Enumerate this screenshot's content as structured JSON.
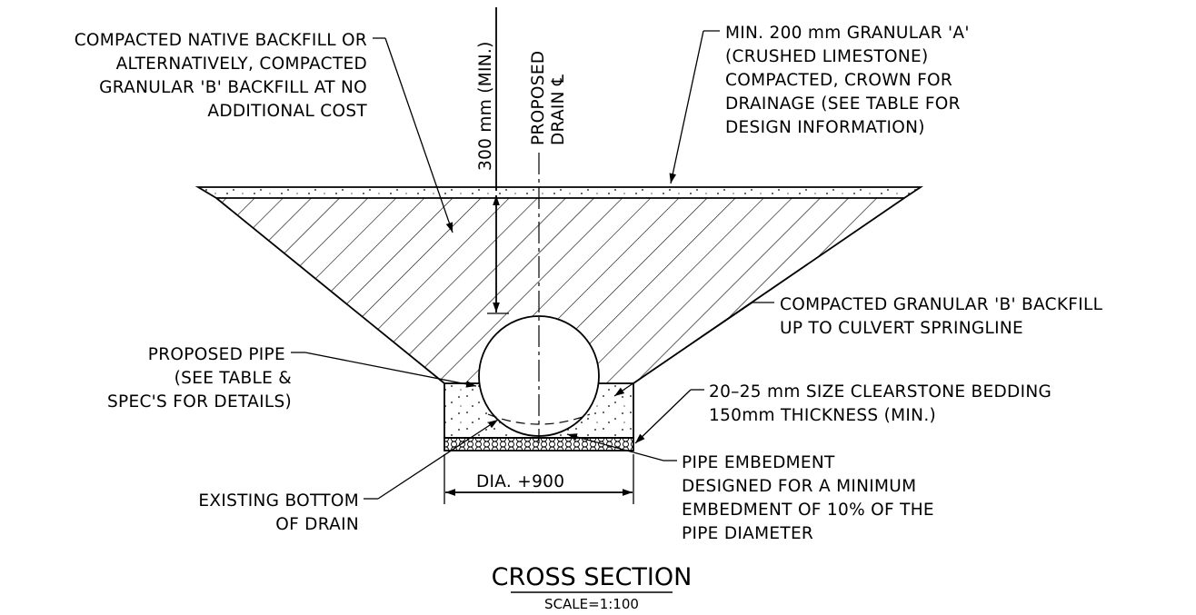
{
  "callouts": {
    "native_backfill": [
      "COMPACTED NATIVE BACKFILL OR",
      "ALTERNATIVELY, COMPACTED",
      "GRANULAR 'B' BACKFILL AT NO",
      "ADDITIONAL COST"
    ],
    "granular_a": [
      "MIN. 200 mm GRANULAR 'A'",
      "(CRUSHED LIMESTONE)",
      "COMPACTED, CROWN FOR",
      "DRAINAGE (SEE TABLE FOR",
      "DESIGN INFORMATION)"
    ],
    "granular_b": [
      "COMPACTED GRANULAR 'B' BACKFILL",
      "UP TO CULVERT SPRINGLINE"
    ],
    "proposed_pipe": [
      "PROPOSED PIPE",
      "(SEE TABLE &",
      "SPEC'S FOR DETAILS)"
    ],
    "bedding": [
      "20–25 mm SIZE CLEARSTONE BEDDING",
      "150mm THICKNESS (MIN.)"
    ],
    "embedment": [
      "PIPE EMBEDMENT",
      "DESIGNED FOR A MINIMUM",
      "EMBEDMENT OF 10% OF THE",
      "PIPE DIAMETER"
    ],
    "bottom": [
      "EXISTING BOTTOM",
      "OF DRAIN"
    ]
  },
  "dimensions": {
    "cover": "300 mm (MIN.)",
    "width": "DIA. +900"
  },
  "centerline": {
    "line1": "PROPOSED",
    "line2": "DRAIN ℄"
  },
  "title": "CROSS SECTION",
  "scale": "SCALE=1:100"
}
